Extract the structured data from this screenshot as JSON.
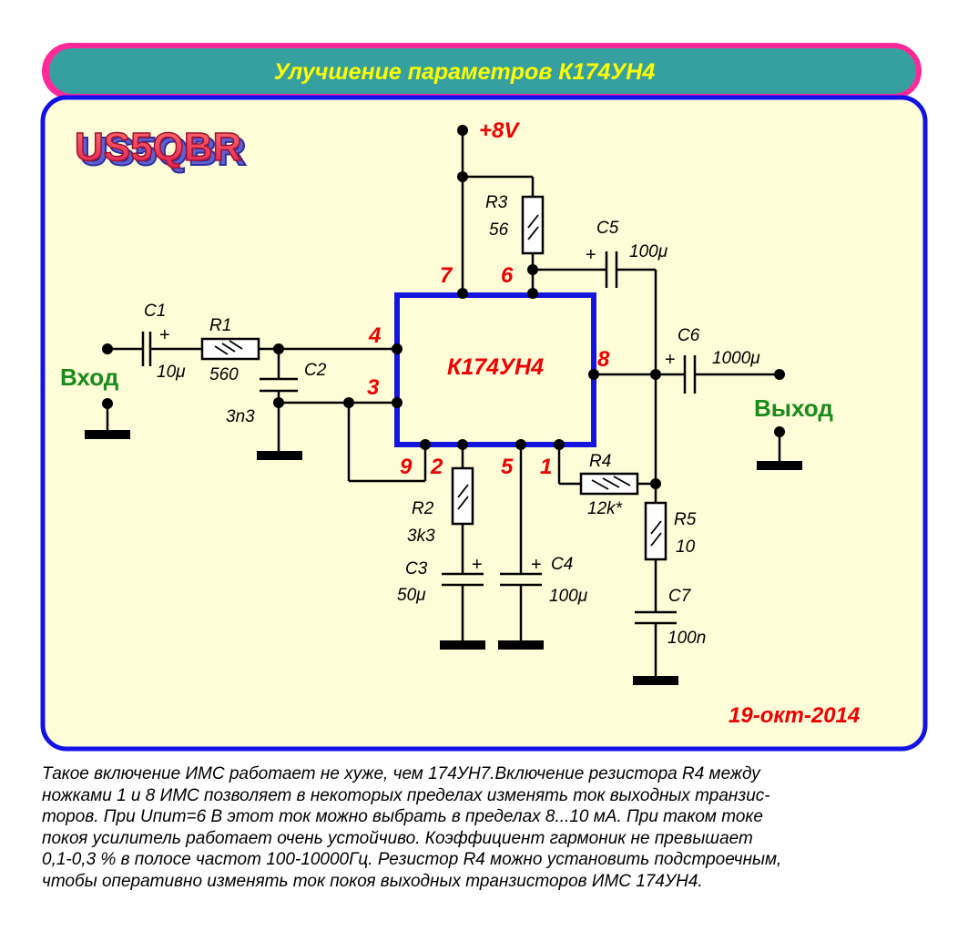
{
  "header": {
    "title": "Улучшение параметров К174УН4"
  },
  "logo": {
    "text": "US5QBR"
  },
  "date": "19-окт-2014",
  "supply": "+8V",
  "ic": {
    "label": "К174УН4"
  },
  "pins": {
    "p1": "1",
    "p2": "2",
    "p3": "3",
    "p4": "4",
    "p5": "5",
    "p6": "6",
    "p7": "7",
    "p8": "8",
    "p9": "9"
  },
  "io": {
    "input": "Вход",
    "output": "Выход"
  },
  "components": {
    "C1": {
      "name": "C1",
      "value": "10μ"
    },
    "R1": {
      "name": "R1",
      "value": "560"
    },
    "C2": {
      "name": "C2",
      "value": "3n3"
    },
    "R2": {
      "name": "R2",
      "value": "3k3"
    },
    "C3": {
      "name": "C3",
      "value": "50μ"
    },
    "C4": {
      "name": "C4",
      "value": "100μ"
    },
    "R3": {
      "name": "R3",
      "value": "56"
    },
    "C5": {
      "name": "C5",
      "value": "100μ"
    },
    "C6": {
      "name": "C6",
      "value": "1000μ"
    },
    "R4": {
      "name": "R4",
      "value": "12k*"
    },
    "R5": {
      "name": "R5",
      "value": "10"
    },
    "C7": {
      "name": "C7",
      "value": "100n"
    }
  },
  "polarity": "+",
  "description": [
    "Такое включение ИМС работает не хуже, чем 174УН7.Включение резистора R4 между",
    "ножками 1 и 8 ИМС позволяет в некоторых пределах изменять ток выходных транзис-",
    "торов. При Uпит=6 В этот ток можно выбрать в пределах 8...10 мА. При таком токе",
    "покоя усилитель работает очень устойчиво. Коэффициент гармоник не превышает",
    "0,1-0,3 % в полосе частот 100-10000Гц. Резистор R4 можно установить подстроечным,",
    "чтобы оперативно изменять ток покоя выходных транзисторов ИМС 174УН4."
  ],
  "colors": {
    "frame": "#ff2a9a",
    "header_bg": "#36a0a0",
    "title": "#ffff00",
    "panel_border": "#1212e8",
    "panel_bg": "#fffcd8",
    "ic_border": "#1515e0",
    "pin_label": "#ee0000",
    "io_label": "#1a8a1a"
  }
}
